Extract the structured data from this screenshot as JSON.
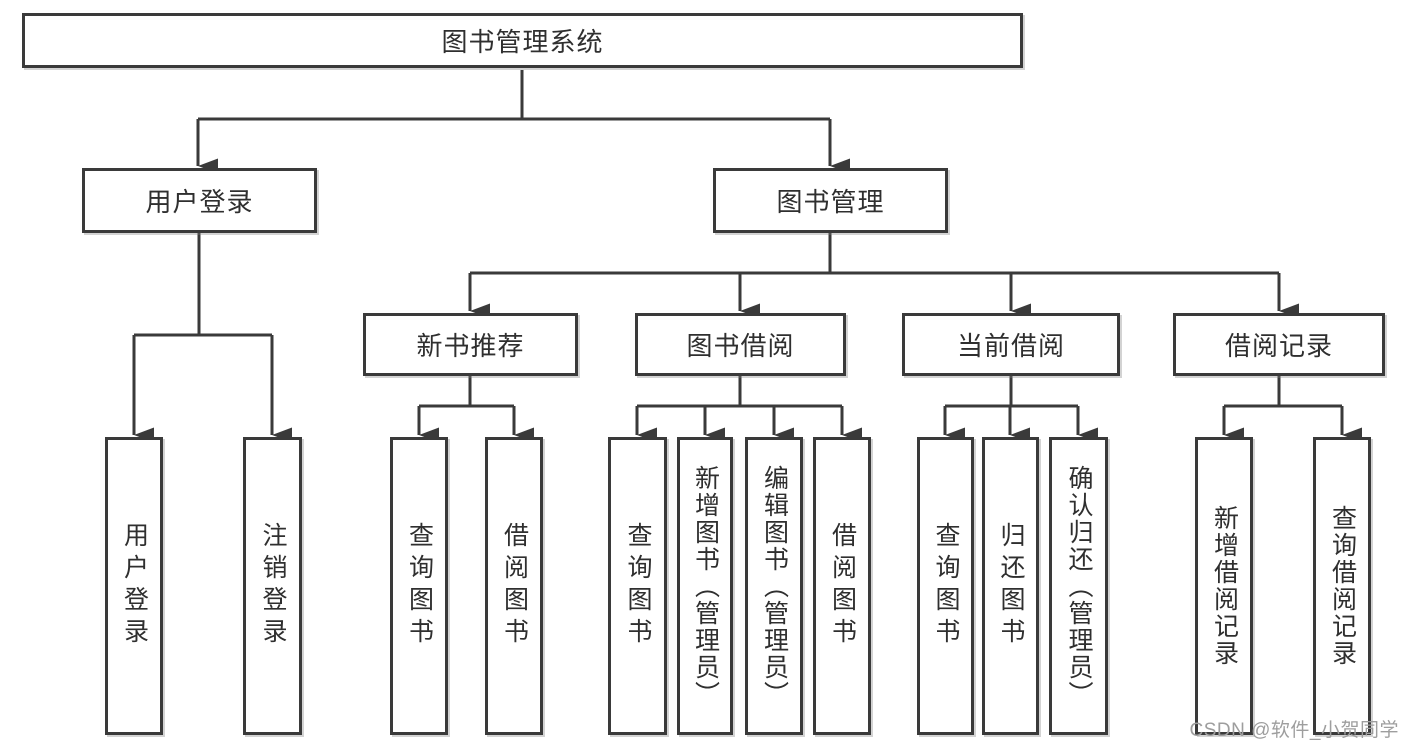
{
  "diagram": {
    "root": {
      "label": "图书管理系统"
    },
    "level2": [
      {
        "label": "用户登录"
      },
      {
        "label": "图书管理"
      }
    ],
    "level3": [
      {
        "label": "新书推荐",
        "parent": "图书管理"
      },
      {
        "label": "图书借阅",
        "parent": "图书管理"
      },
      {
        "label": "当前借阅",
        "parent": "图书管理"
      },
      {
        "label": "借阅记录",
        "parent": "图书管理"
      }
    ],
    "level4": [
      {
        "label": "用户登录",
        "parent": "用户登录"
      },
      {
        "label": "注销登录",
        "parent": "用户登录"
      },
      {
        "label": "查询图书",
        "parent": "新书推荐"
      },
      {
        "label": "借阅图书",
        "parent": "新书推荐"
      },
      {
        "label": "查询图书",
        "parent": "图书借阅"
      },
      {
        "label": "新增图书（管理员）",
        "parent": "图书借阅"
      },
      {
        "label": "编辑图书（管理员）",
        "parent": "图书借阅"
      },
      {
        "label": "借阅图书",
        "parent": "图书借阅"
      },
      {
        "label": "查询图书",
        "parent": "当前借阅"
      },
      {
        "label": "归还图书",
        "parent": "当前借阅"
      },
      {
        "label": "确认归还（管理员）",
        "parent": "当前借阅"
      },
      {
        "label": "新增借阅记录",
        "parent": "借阅记录"
      },
      {
        "label": "查询借阅记录",
        "parent": "借阅记录"
      }
    ]
  },
  "watermark": {
    "text": "CSDN @软件_小贺同学"
  },
  "colors": {
    "line": "#3a3a3a",
    "box_border": "#3a3a3a",
    "text": "#2f2f2f",
    "background": "#ffffff",
    "watermark": "#9e9e9e"
  }
}
